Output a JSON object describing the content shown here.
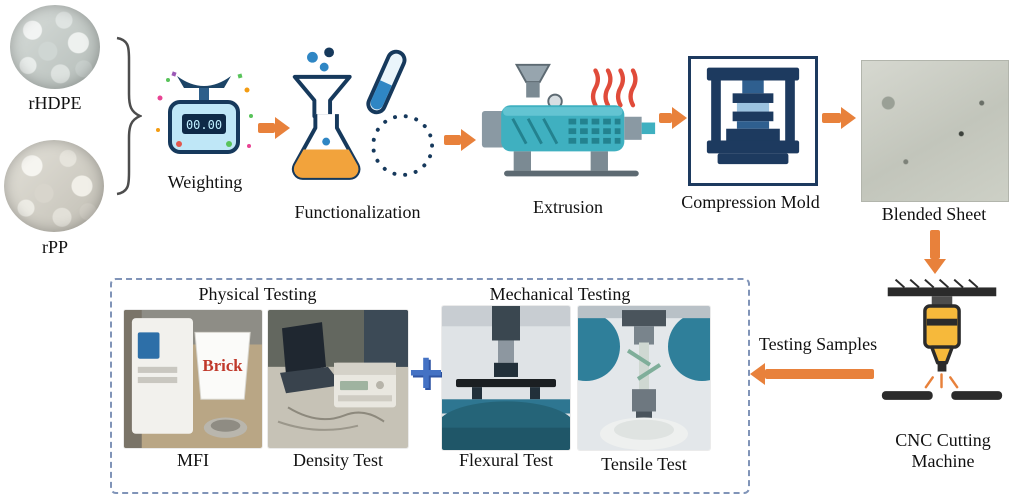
{
  "materials": {
    "rhdpe_label": "rHDPE",
    "rpp_label": "rPP"
  },
  "process": {
    "weighting": {
      "label": "Weighting",
      "scale_display": "00.00"
    },
    "functionalization": {
      "label": "Functionalization"
    },
    "extrusion": {
      "label": "Extrusion"
    },
    "compression_mold": {
      "label": "Compression Mold"
    },
    "blended_sheet": {
      "label": "Blended Sheet"
    },
    "cnc_cutting": {
      "label": "CNC Cutting Machine"
    },
    "testing_samples": {
      "label": "Testing Samples"
    }
  },
  "testing": {
    "physical": {
      "title": "Physical Testing",
      "tests": [
        {
          "label": "MFI"
        },
        {
          "label": "Density Test"
        }
      ]
    },
    "mechanical": {
      "title": "Mechanical Testing",
      "tests": [
        {
          "label": "Flexural Test"
        },
        {
          "label": "Tensile Test"
        }
      ]
    },
    "plus": "+",
    "mfi_cup_text": "Brick"
  },
  "icons": {
    "weighting": "digital-scale-icon",
    "functionalization": "funnel-flask-testtube-icon",
    "extrusion": "extruder-machine-icon",
    "compression_mold": "hydraulic-press-icon",
    "cnc_cutting": "cnc-laser-cutter-icon",
    "materials_connector": "curly-brace",
    "flow_connector": "orange-block-arrow"
  },
  "colors": {
    "arrow_orange": "#E8813B",
    "dashed_border_blue": "#8094B8",
    "mold_frame_navy": "#1D3A5F",
    "plus_blue": "#4472C4",
    "icon_outline_navy": "#16395C",
    "heat_red": "#E04B3A",
    "extruder_teal": "#3FB0C0",
    "cnc_yellow": "#F6B93B",
    "mfi_cup_text_red": "#C0392B"
  }
}
